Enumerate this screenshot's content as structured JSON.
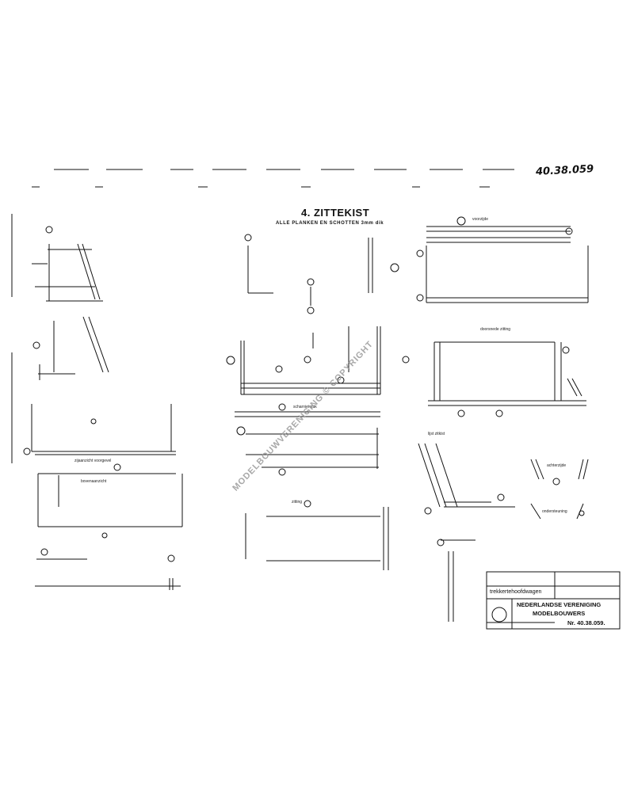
{
  "drawing": {
    "number": "40.38.059",
    "title": "4. ZITTEKIST",
    "subtitle": "ALLE PLANKEN EN SCHOTTEN 3mm dik"
  },
  "watermark": "MODELBOUWVERENIGING © COPYRIGHT",
  "labels": {
    "lower_side_view": "zijaanzicht voorgevel",
    "cross_section": "doorsnede zitting",
    "seat_detail": "lijst zitkist",
    "floor_plan": "bovenaanzicht",
    "inner_partition": "scharnierstuk",
    "cushion": "zitting",
    "front_label": "voorzijde",
    "back_label": "achterzijde",
    "bracket": "ondersteuning"
  },
  "title_block": {
    "vehicle": "trekkertehoofdwagen",
    "org_line1": "NEDERLANDSE VERENIGING",
    "org_line2": "MODELBOUWERS",
    "number_label": "Nr. 40.38.059."
  }
}
